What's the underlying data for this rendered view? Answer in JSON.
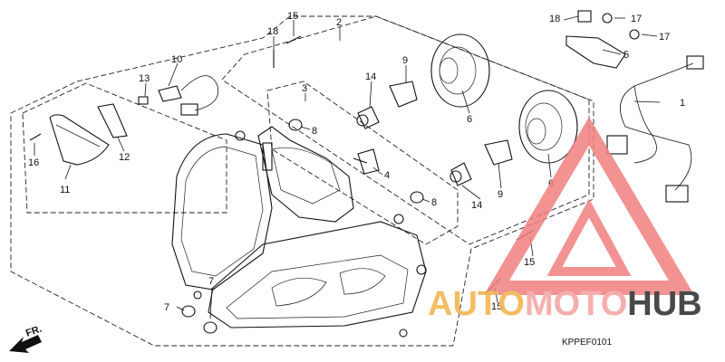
{
  "diagram": {
    "callouts": [
      {
        "id": "c1",
        "text": "1"
      },
      {
        "id": "c2",
        "text": "2"
      },
      {
        "id": "c3",
        "text": "3"
      },
      {
        "id": "c4",
        "text": "4"
      },
      {
        "id": "c5",
        "text": "5"
      },
      {
        "id": "c6a",
        "text": "6"
      },
      {
        "id": "c6b",
        "text": "6"
      },
      {
        "id": "c7a",
        "text": "7"
      },
      {
        "id": "c7b",
        "text": "7"
      },
      {
        "id": "c8a",
        "text": "8"
      },
      {
        "id": "c8b",
        "text": "8"
      },
      {
        "id": "c9a",
        "text": "9"
      },
      {
        "id": "c9b",
        "text": "9"
      },
      {
        "id": "c10",
        "text": "10"
      },
      {
        "id": "c11",
        "text": "11"
      },
      {
        "id": "c12",
        "text": "12"
      },
      {
        "id": "c13",
        "text": "13"
      },
      {
        "id": "c14a",
        "text": "14"
      },
      {
        "id": "c14b",
        "text": "14"
      },
      {
        "id": "c15a",
        "text": "15"
      },
      {
        "id": "c15b",
        "text": "15"
      },
      {
        "id": "c15c",
        "text": "15"
      },
      {
        "id": "c16",
        "text": "16"
      },
      {
        "id": "c17a",
        "text": "17"
      },
      {
        "id": "c17b",
        "text": "17"
      },
      {
        "id": "c18a",
        "text": "18"
      },
      {
        "id": "c18b",
        "text": "18"
      }
    ],
    "front_arrow_label": "FR.",
    "diagram_code": "KPPEF0101"
  },
  "watermark": {
    "word_a": "AUTO",
    "word_b": "MOTO",
    "word_c": "HUB",
    "colors": {
      "triangle": "#f07f7f",
      "auto": "#f3b24a",
      "moto": "#f4a0a0",
      "hub": "#2a2a2a"
    }
  }
}
